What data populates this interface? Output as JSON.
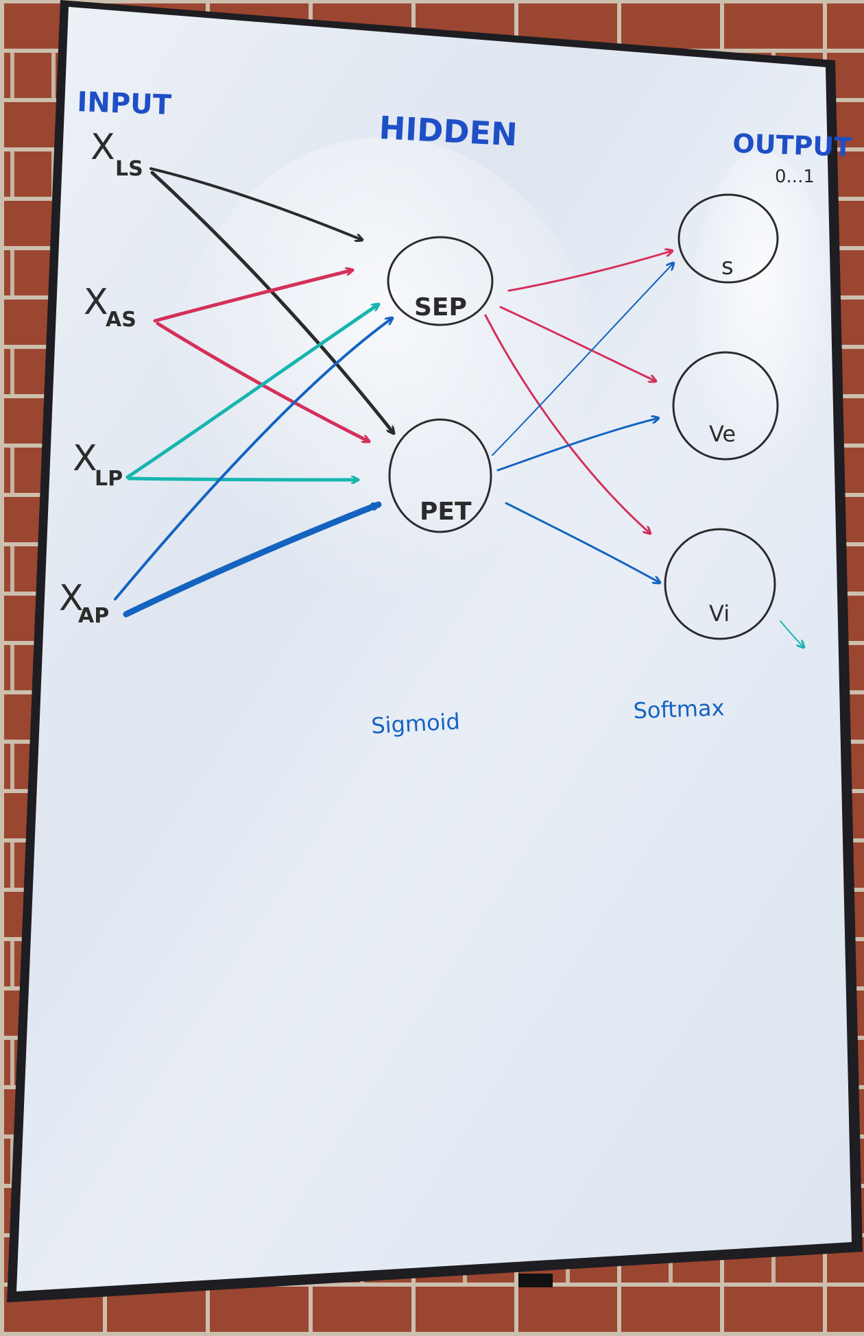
{
  "labels": {
    "input_header": "INPUT",
    "hidden_header": "HIDDEN",
    "output_header": "OUTPUT",
    "output_range": "0...1",
    "x_ls": "X",
    "x_ls_sub": "LS",
    "x_as": "X",
    "x_as_sub": "AS",
    "x_lp": "X",
    "x_lp_sub": "LP",
    "x_ap": "X",
    "x_ap_sub": "AP",
    "hidden_node_1": "SEP",
    "hidden_node_2": "PET",
    "output_node_1": "s",
    "output_node_2": "Ve",
    "output_node_3": "Vi",
    "hidden_activation": "Sigmoid",
    "output_activation": "Softmax"
  },
  "colors": {
    "black": "#2b2b2b",
    "red": "#d4305a",
    "teal": "#17b5b0",
    "blue": "#1463c0",
    "header_blue": "#1f4fc6"
  }
}
